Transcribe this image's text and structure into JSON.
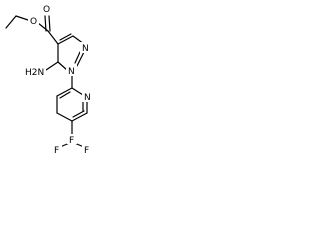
{
  "molecule": {
    "atoms": [
      {
        "id": "o-carbonyl",
        "label": "O"
      },
      {
        "id": "o-ester",
        "label": "O"
      },
      {
        "id": "n-pyrazole-2",
        "label": "N"
      },
      {
        "id": "n-pyrazole-1",
        "label": "N"
      },
      {
        "id": "nh2-group",
        "label": "H2N"
      },
      {
        "id": "n-pyridine",
        "label": "N"
      },
      {
        "id": "f-top",
        "label": "F"
      },
      {
        "id": "f-left",
        "label": "F"
      },
      {
        "id": "f-right",
        "label": "F"
      }
    ]
  },
  "colors": {
    "bond": "#000000",
    "label": "#000000",
    "background": "#ffffff"
  }
}
